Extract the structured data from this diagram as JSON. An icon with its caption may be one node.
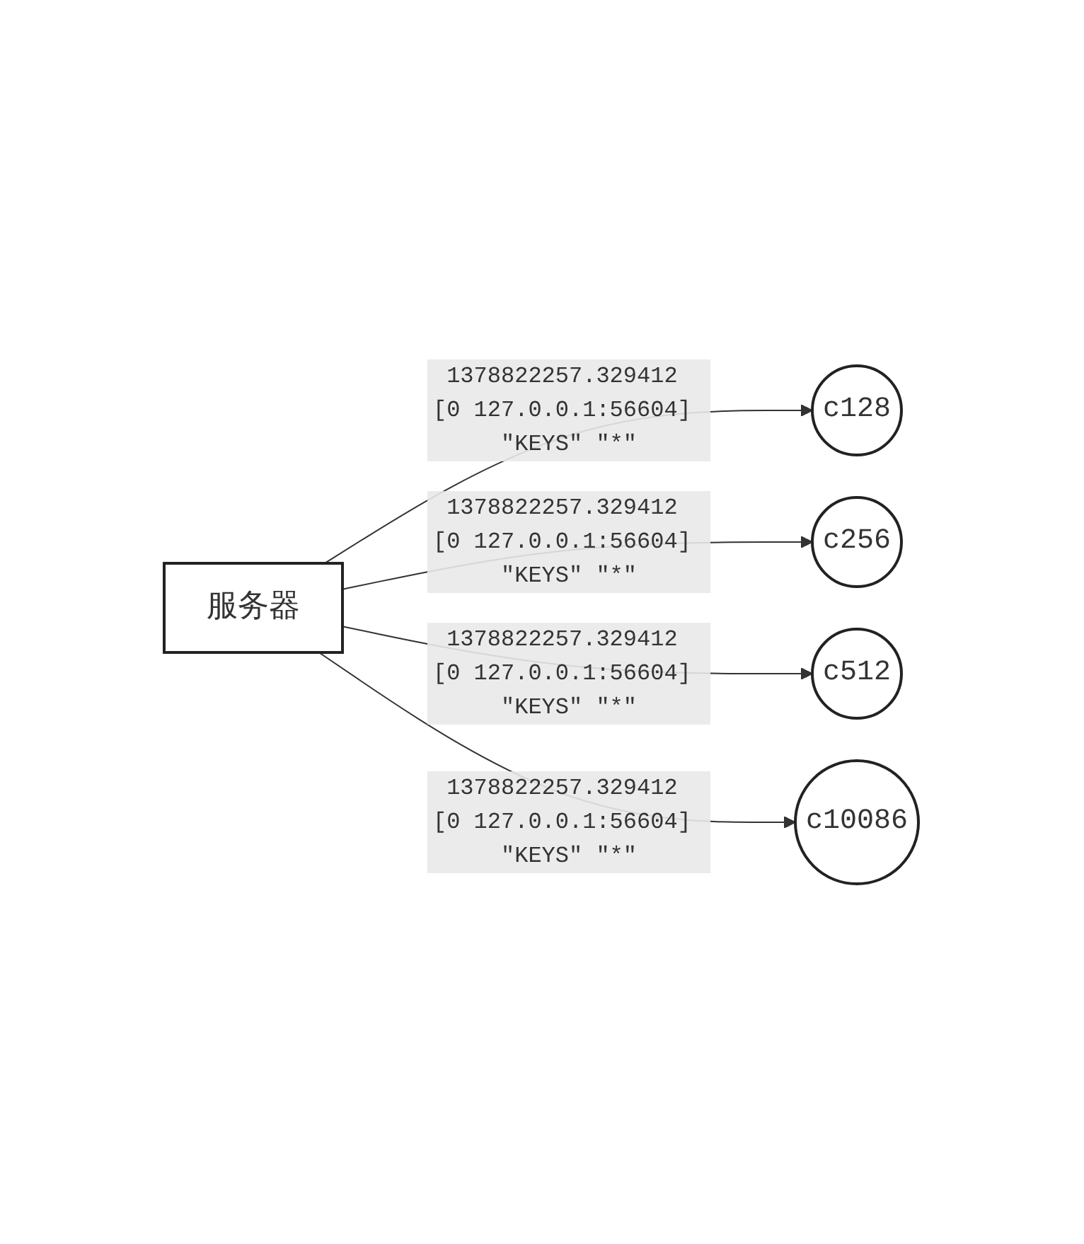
{
  "diagram": {
    "nodes": [
      {
        "text": [
          "服务器"
        ]
      },
      {
        "text": [
          "c128"
        ]
      },
      {
        "text": [
          "c256"
        ]
      },
      {
        "text": [
          "c512"
        ]
      },
      {
        "text": [
          "c10086"
        ]
      }
    ],
    "edges": [
      {
        "from": 0,
        "to": 1,
        "arrow": "to",
        "label": "1378822257.329412 [0 127.0.0.1:56604] \"KEYS\" \"*\""
      },
      {
        "from": 0,
        "to": 2,
        "arrow": "to",
        "label": "1378822257.329412 [0 127.0.0.1:56604] \"KEYS\" \"*\""
      },
      {
        "from": 0,
        "to": 3,
        "arrow": "to",
        "label": "1378822257.329412 [0 127.0.0.1:56604] \"KEYS\" \"*\""
      },
      {
        "from": 0,
        "to": 4,
        "arrow": "to",
        "label": "1378822257.329412 [0 127.0.0.1:56604] \"KEYS\" \"*\""
      }
    ]
  }
}
